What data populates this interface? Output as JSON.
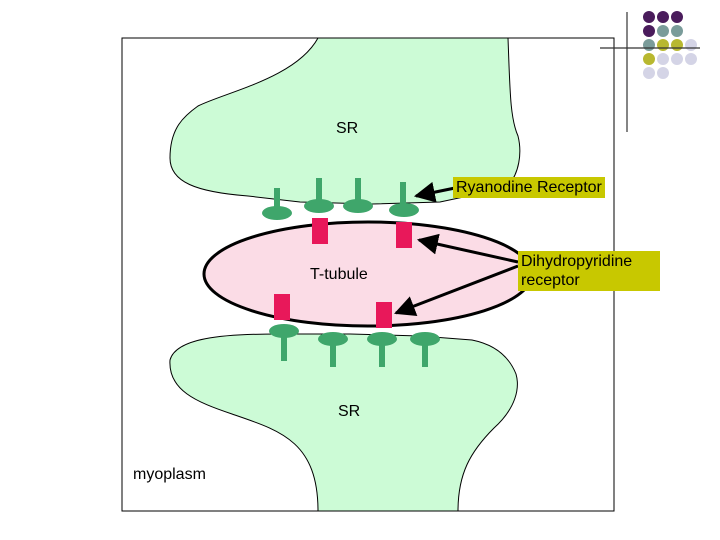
{
  "labels": {
    "sr_top": "SR",
    "sr_bottom": "SR",
    "t_tubule": "T-tubule",
    "myoplasm": "myoplasm",
    "ryanodine_receptor": "Ryanodine Receptor",
    "dhp_receptor_line1": "Dihydropyridine",
    "dhp_receptor_line2": "receptor"
  },
  "colors": {
    "sr_fill": "#ccfbd6",
    "t_tubule_fill": "#fbdce6",
    "receptor_green": "#3fa66b",
    "dhp_red": "#e8185a",
    "label_box": "#c8c800",
    "dot_purple": "#4a1c5c",
    "dot_teal": "#7a9c9a",
    "dot_olive": "#b8b830",
    "dot_lavender": "#d4d4e6"
  },
  "decor_dots": [
    [
      "dot_purple",
      "dot_purple",
      "dot_purple"
    ],
    [
      "dot_purple",
      "dot_teal",
      "dot_teal"
    ],
    [
      "dot_teal",
      "dot_olive",
      "dot_olive",
      "dot_lavender"
    ],
    [
      "dot_olive",
      "dot_lavender",
      "dot_lavender",
      "dot_lavender"
    ],
    [
      "dot_lavender",
      "dot_lavender"
    ]
  ]
}
